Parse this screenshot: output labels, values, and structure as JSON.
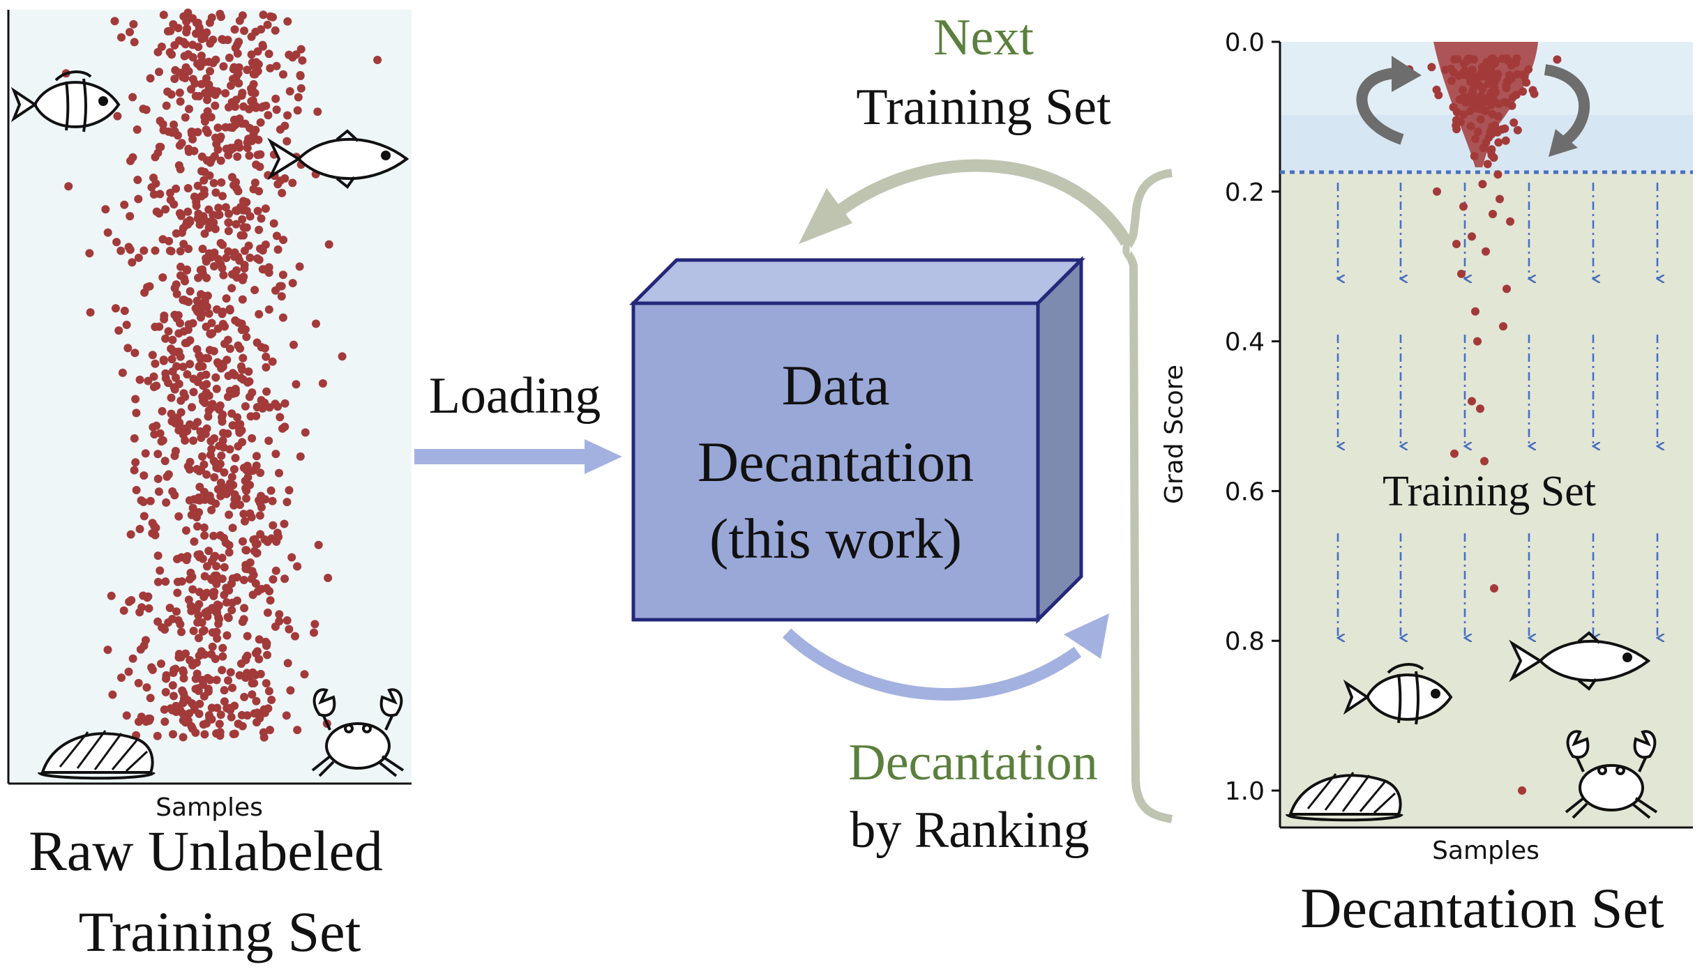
{
  "colors": {
    "dot": "#a33a3a",
    "left_panel_bg": "#eef6f8",
    "right_top_bg": "#dbeaf4",
    "right_bottom_bg": "#e2e6d4",
    "box_front": "#9aa8d8",
    "box_top": "#b4c0e4",
    "box_side": "#7d8bb0",
    "box_stroke": "#24287a",
    "arrow_blue": "#a3b1e0",
    "arrow_grey": "#bfc4b1",
    "threshold_line": "#4a6fc0",
    "green_text": "#5b7f3d",
    "dashed_arrow": "#4a6fc0"
  },
  "left_plot": {
    "xlabel": "Samples",
    "caption_line1": "Raw Unlabeled",
    "caption_line2": "Training Set",
    "icons": [
      "clownfish-icon",
      "fish-icon",
      "shell-icon",
      "crab-icon"
    ]
  },
  "loading_label": "Loading",
  "center_box": {
    "line1": "Data",
    "line2": "Decantation",
    "line3": "(this work)"
  },
  "next_label": {
    "green": "Next",
    "black": "Training Set"
  },
  "bottom_label": {
    "green": "Decantation",
    "black": "by Ranking"
  },
  "right_plot": {
    "ylabel": "Grad Score",
    "xlabel": "Samples",
    "inner_label": "Training Set",
    "caption": "Decantation Set",
    "yticks": [
      "0.0",
      "0.2",
      "0.4",
      "0.6",
      "0.8",
      "1.0"
    ],
    "icons": [
      "clownfish-icon",
      "fish-icon",
      "shell-icon",
      "crab-icon",
      "rotate-arrow-icon"
    ]
  },
  "chart_data": {
    "type": "scatter",
    "xlabel": "Samples",
    "ylabel": "Grad Score",
    "ylim": [
      0.0,
      1.0
    ],
    "yticks": [
      0.0,
      0.2,
      0.4,
      0.6,
      0.8,
      1.0
    ],
    "threshold": 0.17,
    "grid": false,
    "points_y": [
      0.2,
      0.21,
      0.22,
      0.23,
      0.24,
      0.26,
      0.27,
      0.28,
      0.31,
      0.33,
      0.36,
      0.38,
      0.4,
      0.48,
      0.49,
      0.55,
      0.56,
      0.73,
      1.0
    ]
  }
}
